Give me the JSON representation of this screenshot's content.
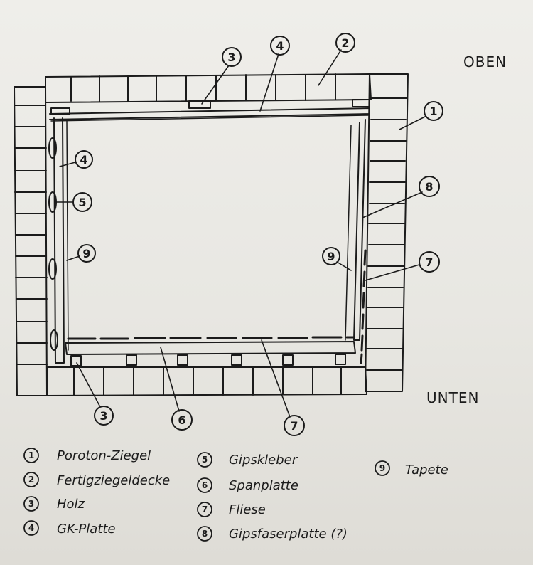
{
  "orientation": {
    "top": "OBEN",
    "bottom": "UNTEN"
  },
  "markers": [
    {
      "id": "m-top-3",
      "num": "3"
    },
    {
      "id": "m-top-4",
      "num": "4"
    },
    {
      "id": "m-top-2",
      "num": "2"
    },
    {
      "id": "m-right-1",
      "num": "1"
    },
    {
      "id": "m-left-4",
      "num": "4"
    },
    {
      "id": "m-left-5",
      "num": "5"
    },
    {
      "id": "m-left-9",
      "num": "9"
    },
    {
      "id": "m-right-8",
      "num": "8"
    },
    {
      "id": "m-right-9",
      "num": "9"
    },
    {
      "id": "m-right-7",
      "num": "7"
    },
    {
      "id": "m-bottom-3",
      "num": "3"
    },
    {
      "id": "m-bottom-6",
      "num": "6"
    },
    {
      "id": "m-bottom-7",
      "num": "7"
    }
  ],
  "legend": [
    {
      "num": "1",
      "label": "Poroton-Ziegel"
    },
    {
      "num": "2",
      "label": "Fertigziegeldecke"
    },
    {
      "num": "3",
      "label": "Holz"
    },
    {
      "num": "4",
      "label": "GK-Platte"
    },
    {
      "num": "5",
      "label": "Gipskleber"
    },
    {
      "num": "6",
      "label": "Spanplatte"
    },
    {
      "num": "7",
      "label": "Fliese"
    },
    {
      "num": "8",
      "label": "Gipsfaserplatte (?)"
    },
    {
      "num": "9",
      "label": "Tapete"
    }
  ]
}
